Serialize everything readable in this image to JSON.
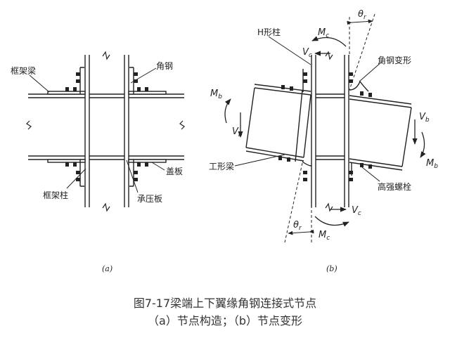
{
  "diagram_a": {
    "labels": {
      "frame_beam": "框架梁",
      "angle_steel": "角钢",
      "cover_plate": "盖板",
      "bearing_plate": "承压板",
      "frame_column": "框架柱"
    },
    "sublabel": "(a)"
  },
  "diagram_b": {
    "labels": {
      "h_column": "H形柱",
      "angle_deform": "角钢变形",
      "i_beam": "工形梁",
      "hs_bolt": "高强螺栓"
    },
    "symbols": {
      "Mc": "M",
      "Mc_sub": "c",
      "Vc": "V",
      "Vc_sub": "c",
      "Mb": "M",
      "Mb_sub": "b",
      "Vb": "V",
      "Vb_sub": "b",
      "theta": "θ",
      "theta_sub": "r"
    },
    "sublabel": "(b)"
  },
  "caption": {
    "line1": "图7-17梁端上下翼缘角钢连接式节点",
    "line2": "（a）节点构造；（b）节点变形"
  }
}
